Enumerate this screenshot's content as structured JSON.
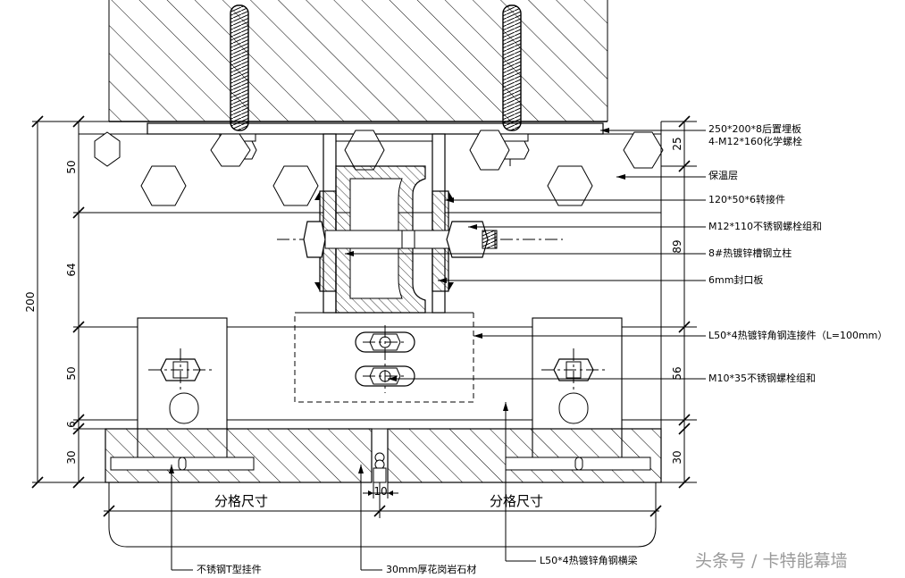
{
  "labels": {
    "embed_plate": "250*200*8后置埋板",
    "chem_bolt": "4-M12*160化学螺栓",
    "insulation": "保温层",
    "adapter": "120*50*6转接件",
    "bolt_m12": "M12*110不锈钢螺栓组和",
    "channel": "8#热镀锌槽钢立柱",
    "seal_plate": "6mm封口板",
    "angle_conn": "L50*4热镀锌角钢连接件（L=100mm）",
    "bolt_m10": "M10*35不锈钢螺栓组和",
    "t_hanger": "不锈钢T型挂件",
    "granite": "30mm厚花岗岩石材",
    "angle_beam": "L50*4热镀锌角钢横梁",
    "grid_left": "分格尺寸",
    "grid_right": "分格尺寸"
  },
  "dims_left": {
    "d50_top": "50",
    "d64": "64",
    "d200": "200",
    "d50_mid": "50",
    "d6": "6",
    "d30": "30"
  },
  "dims_right": {
    "d25": "25",
    "d89": "89",
    "d56": "56",
    "d30": "30"
  },
  "dims_bottom": {
    "d10": "10"
  },
  "watermark": "头条号 / 卡特能幕墙"
}
